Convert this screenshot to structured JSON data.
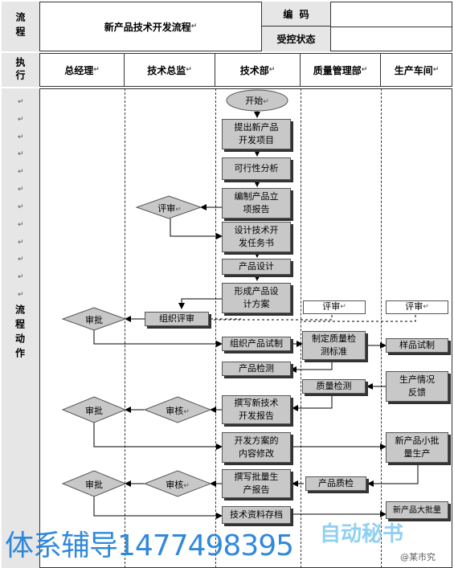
{
  "header": {
    "process_label": "流程",
    "title": "新产品技术开发流程",
    "code_label": "编  码",
    "control_label": "受控状态",
    "exec_label": "执行",
    "action_label": "流程动作"
  },
  "lanes": [
    "总经理",
    "技术总监",
    "技术部",
    "质量管理部",
    "生产车间"
  ],
  "para_mark": "↵",
  "nodes": {
    "start": "开始",
    "n1": "提出新产品开发项目",
    "n2": "可行性分析",
    "n3": "编制产品立项报告",
    "n4": "设计技术开发任务书",
    "n5": "产品设计",
    "n6": "形成产品设计方案",
    "review1": "评审",
    "review_org": "组织评审",
    "approve1": "审批",
    "review_q": "评审",
    "review_p": "评审",
    "trial_org": "组织产品试制",
    "quality_std": "制定质量检测标准",
    "sample_trial": "样品试制",
    "prod_inspect": "产品检测",
    "quality_inspect": "质量检测",
    "prod_feedback": "生产情况反馈",
    "tech_report": "撰写新技术开发报告",
    "check1": "审核",
    "approve2": "审批",
    "plan_modify": "开发方案的内容修改",
    "small_batch": "新产品小批量生产",
    "batch_report": "撰写批量生产报告",
    "quality_check2": "产品质检",
    "check2": "审核",
    "approve3": "审批",
    "archive": "技术资料存档",
    "mass_prod": "新产品大批量"
  },
  "watermark": {
    "left": "体系辅导1477498395",
    "right_logo": "自动秘书",
    "right_small": "@某市究"
  }
}
